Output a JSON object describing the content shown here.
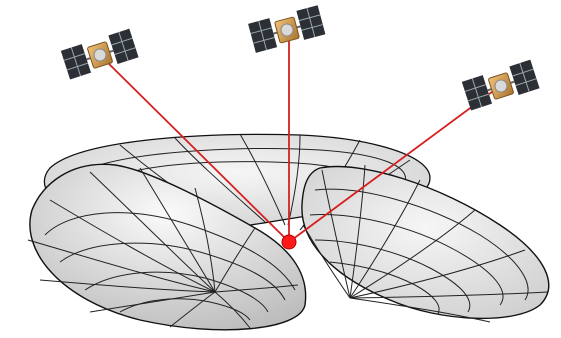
{
  "diagram": {
    "satellites": [
      {
        "icon": "satellite-icon",
        "name": "satellite-left"
      },
      {
        "icon": "satellite-icon",
        "name": "satellite-center"
      },
      {
        "icon": "satellite-icon",
        "name": "satellite-right"
      }
    ],
    "receiver": {
      "icon": "receiver-point-icon"
    },
    "colors": {
      "signal_line": "#d62020",
      "receiver": "#ff1a1a",
      "surface_fill": "#e9e9e9",
      "surface_edge": "#111111",
      "panel_dark": "#2c2f36",
      "satellite_body": "#d8a255"
    }
  }
}
